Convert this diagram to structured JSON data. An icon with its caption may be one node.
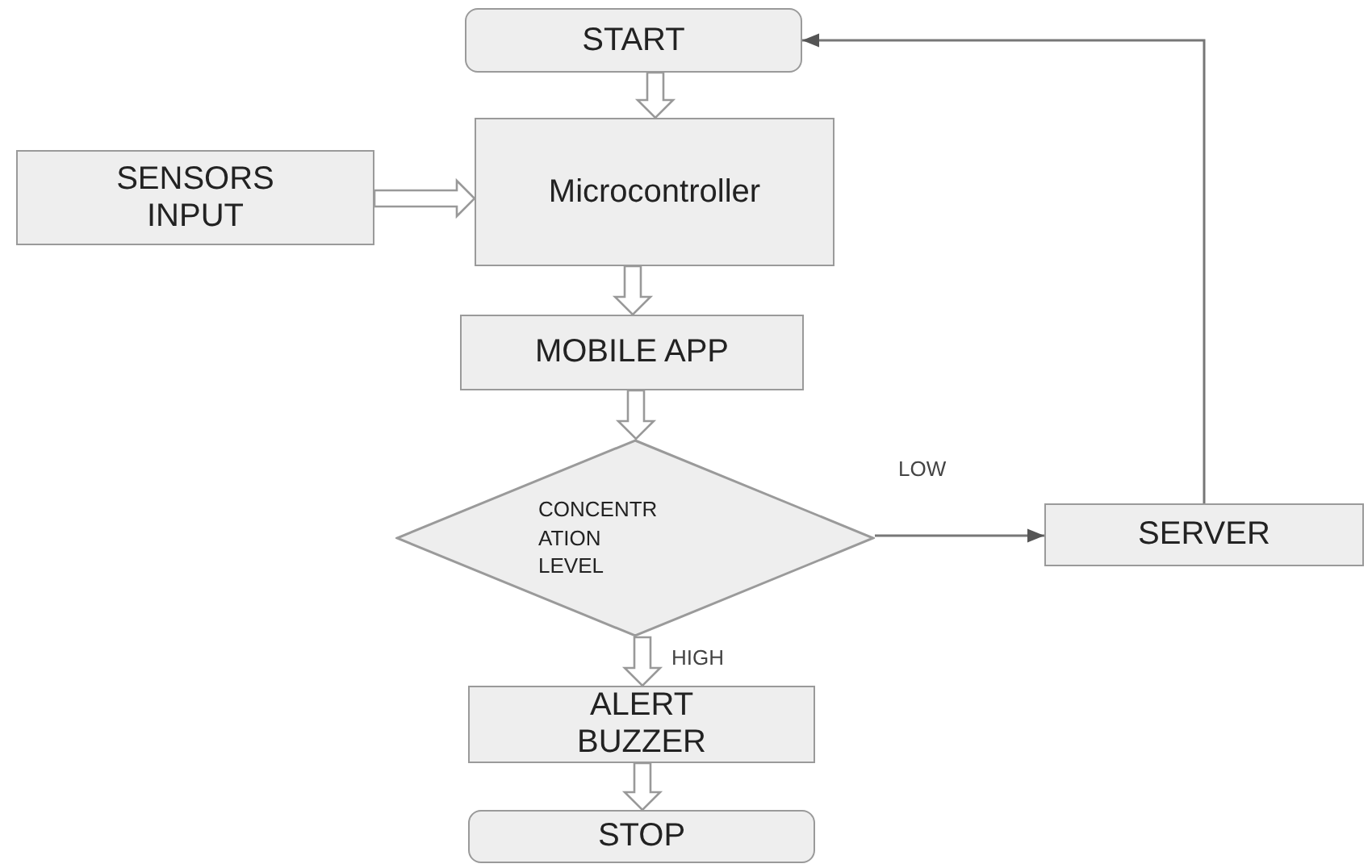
{
  "diagram": {
    "nodes": [
      {
        "text": [
          "START"
        ]
      },
      {
        "text": [
          "SENSORS INPUT"
        ]
      },
      {
        "text": [
          "Microcontroller"
        ]
      },
      {
        "text": [
          "MOBILE APP"
        ]
      },
      {
        "text": [
          "CONCENTR ATION LEVEL"
        ]
      },
      {
        "text": [
          "SERVER"
        ]
      },
      {
        "text": [
          "ALERT BUZZER"
        ]
      },
      {
        "text": [
          "STOP"
        ]
      }
    ],
    "edges": [
      {
        "from": 0,
        "to": 2,
        "arrow": "to",
        "style": "thick"
      },
      {
        "from": 1,
        "to": 2,
        "arrow": "to",
        "style": "thick"
      },
      {
        "from": 2,
        "to": 3,
        "arrow": "to",
        "style": "thick"
      },
      {
        "from": 3,
        "to": 4,
        "arrow": "to",
        "style": "thick"
      },
      {
        "from": 4,
        "to": 5,
        "arrow": "to",
        "label": "LOW"
      },
      {
        "from": 4,
        "to": 6,
        "arrow": "to",
        "style": "thick",
        "label": "HIGH"
      },
      {
        "from": 5,
        "to": 0,
        "arrow": "to"
      },
      {
        "from": 6,
        "to": 7,
        "arrow": "to",
        "style": "thick"
      }
    ]
  }
}
